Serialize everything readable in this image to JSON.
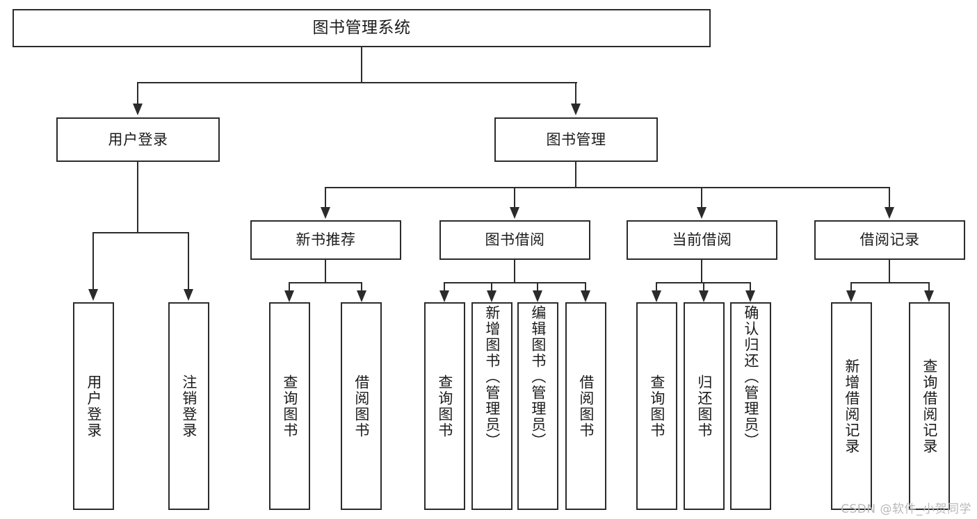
{
  "diagram": {
    "type": "tree-hierarchy",
    "title": "图书管理系统",
    "root": {
      "id": "root",
      "label": "图书管理系统"
    },
    "level2": [
      {
        "id": "user-login",
        "label": "用户登录"
      },
      {
        "id": "book-manage",
        "label": "图书管理"
      }
    ],
    "level3": [
      {
        "id": "new-book-recommend",
        "label": "新书推荐"
      },
      {
        "id": "book-borrow",
        "label": "图书借阅"
      },
      {
        "id": "current-borrow",
        "label": "当前借阅"
      },
      {
        "id": "borrow-record",
        "label": "借阅记录"
      }
    ],
    "leaves": {
      "user_login": [
        {
          "id": "leaf-user-login",
          "label": "用户登录"
        },
        {
          "id": "leaf-logout-login",
          "label": "注销登录"
        }
      ],
      "new_book_recommend": [
        {
          "id": "leaf-query-book-1",
          "label": "查询图书"
        },
        {
          "id": "leaf-borrow-book-1",
          "label": "借阅图书"
        }
      ],
      "book_borrow": [
        {
          "id": "leaf-query-book-2",
          "label": "查询图书"
        },
        {
          "id": "leaf-add-book",
          "label": "新增图书（管理员）"
        },
        {
          "id": "leaf-edit-book",
          "label": "编辑图书（管理员）"
        },
        {
          "id": "leaf-borrow-book-2",
          "label": "借阅图书"
        }
      ],
      "current_borrow": [
        {
          "id": "leaf-query-book-3",
          "label": "查询图书"
        },
        {
          "id": "leaf-return-book",
          "label": "归还图书"
        },
        {
          "id": "leaf-confirm-return",
          "label": "确认归还（管理员）"
        }
      ],
      "borrow_record": [
        {
          "id": "leaf-add-record",
          "label": "新增借阅记录"
        },
        {
          "id": "leaf-query-record",
          "label": "查询借阅记录"
        }
      ]
    },
    "colors": {
      "stroke": "#2b2b2b",
      "fill": "#ffffff",
      "text": "#1b1b1b",
      "watermark": "#b9b9b9"
    }
  },
  "watermark": {
    "text": "CSDN @软件_小贺同学"
  }
}
